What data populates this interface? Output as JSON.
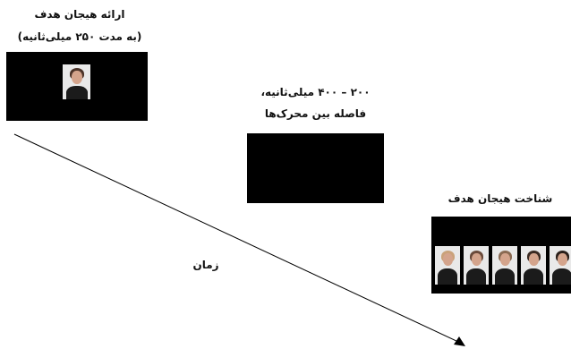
{
  "stage1": {
    "title": "ارائه هیجان هدف",
    "subtitle": "(به مدت ۲۵۰ میلی‌ثانیه)"
  },
  "stage2": {
    "line1": "۲۰۰ – ۴۰۰ میلی‌ثانیه،",
    "line2": "فاصله بین محرک‌ها"
  },
  "stage3": {
    "title": "شناخت هیجان هدف",
    "choice_count": 5
  },
  "timeline": {
    "label": "زمان"
  },
  "colors": {
    "screen": "#000000",
    "arrow": "#000000"
  }
}
